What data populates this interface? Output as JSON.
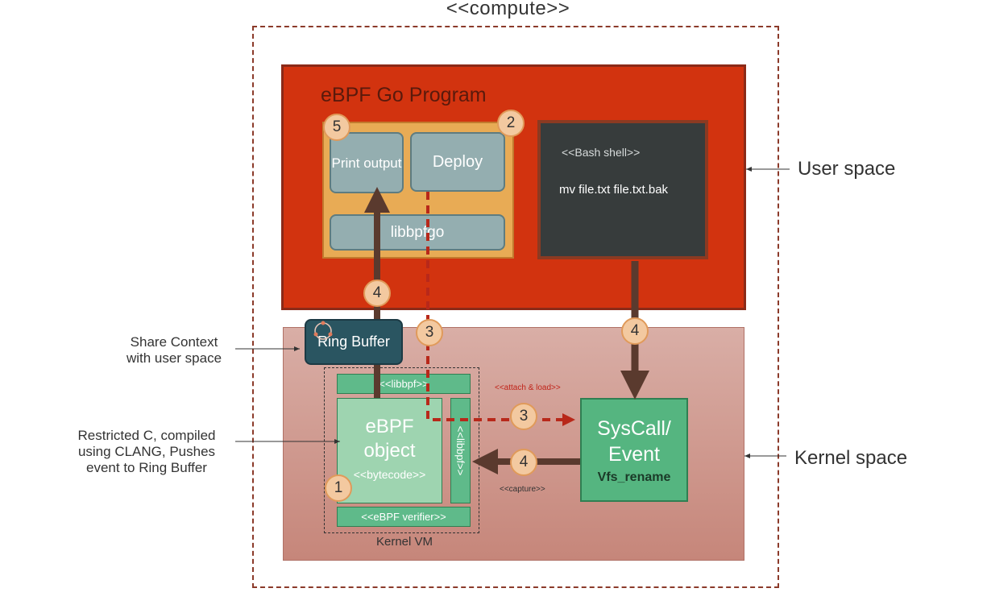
{
  "compute_label": "<<compute>>",
  "user_space": "User space",
  "kernel_space": "Kernel space",
  "program": {
    "title": "eBPF Go Program",
    "print_output": "Print output",
    "deploy": "Deploy",
    "libbpfgo": "libbpfgo"
  },
  "bash": {
    "label": "<<Bash shell>>",
    "command": "mv file.txt file.txt.bak"
  },
  "kernel": {
    "ring_buffer": "Ring Buffer",
    "libbpf_top": "<<libbpf>>",
    "libbpf_side": "<<libbpf>>",
    "ebpf_object_title": "eBPF object",
    "ebpf_object_sub": "<<bytecode>>",
    "verifier": "<<eBPF verifier>>",
    "vm_label": "Kernel VM",
    "syscall_title": "SysCall/ Event",
    "syscall_sub": "Vfs_rename",
    "attach_label": "<<attach & load>>",
    "capture_label": "<<capture>>"
  },
  "annotations": {
    "share_context": "Share Context with user space",
    "restricted_c": "Restricted C, compiled using CLANG, Pushes event to Ring Buffer"
  },
  "badges": {
    "b1": "1",
    "b2": "2",
    "b3a": "3",
    "b3b": "3",
    "b4a": "4",
    "b4b": "4",
    "b4c": "4",
    "b5": "5"
  },
  "colors": {
    "user_space_fill": "#d2330f",
    "kernel_space_fill": "#d9aea6",
    "accent_dashed": "#b8281a",
    "arrow": "#5a3a2e"
  }
}
